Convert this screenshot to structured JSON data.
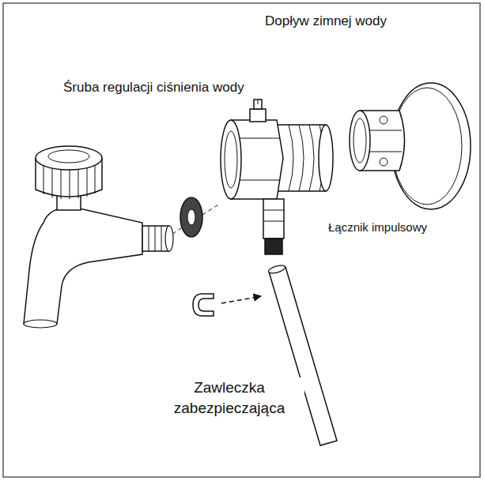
{
  "diagram": {
    "labels": [
      "Dopływ zimnej wody",
      "Śruba regulacji ciśnienia wody",
      "Łącznik impulsowy",
      "Zawleczka zabezpieczająca"
    ]
  }
}
